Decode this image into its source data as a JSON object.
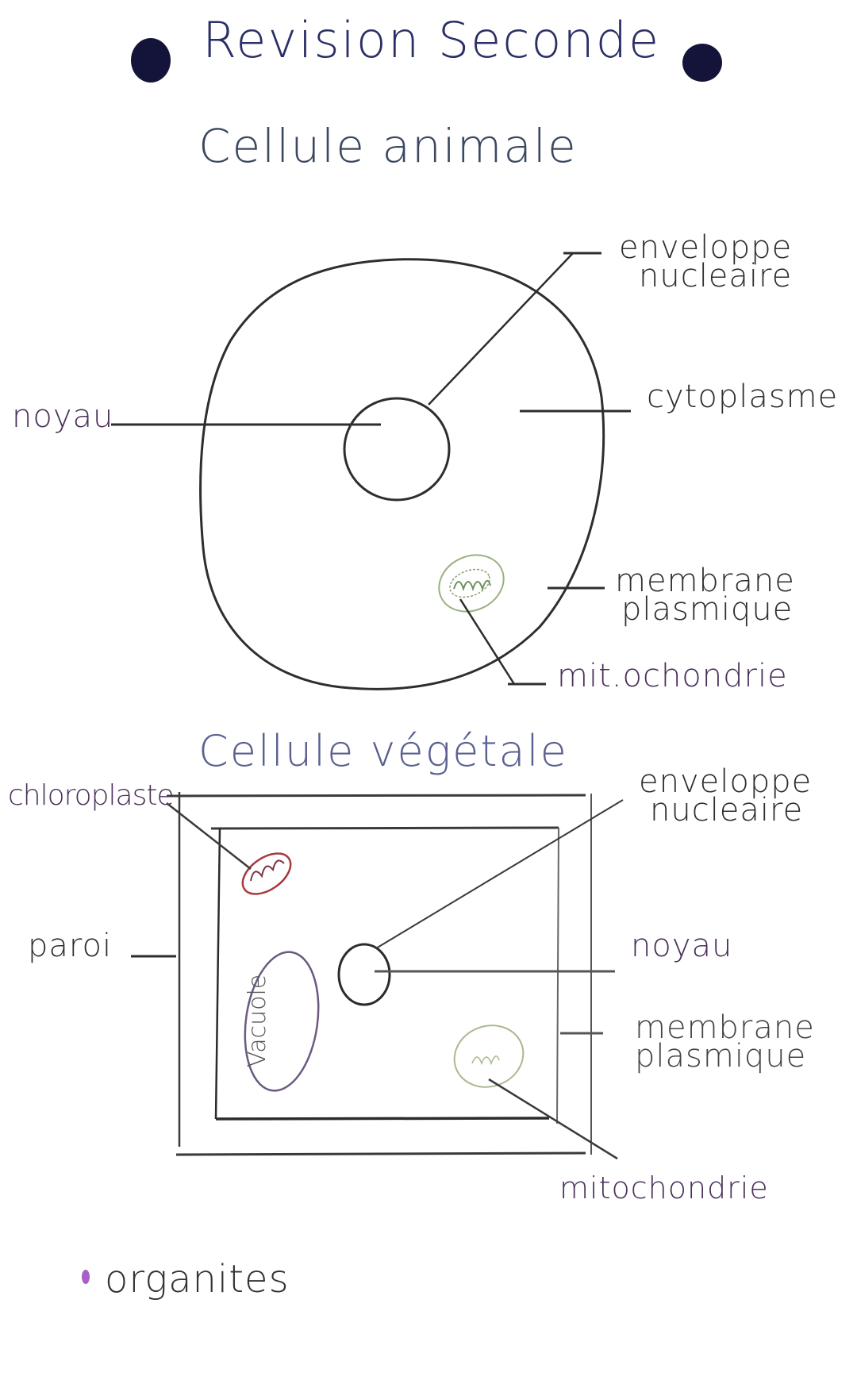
{
  "header": {
    "title": "Revision Seconde",
    "bullet_color": "#14143a"
  },
  "animal_cell": {
    "heading": "Cellule animale",
    "labels": {
      "nuclear_envelope_line1": "enveloppe",
      "nuclear_envelope_line2": "nucleaire",
      "nucleus": "noyau",
      "cytoplasm": "cytoplasme",
      "plasma_membrane_line1": "membrane",
      "plasma_membrane_line2": "plasmique",
      "mitochondria": "mit.ochondrie"
    }
  },
  "plant_cell": {
    "heading": "Cellule végétale",
    "labels": {
      "chloroplast": "chloroplaste",
      "nuclear_envelope_line1": "enveloppe",
      "nuclear_envelope_line2": "nucleaire",
      "cell_wall": "paroi",
      "nucleus": "noyau",
      "plasma_membrane_line1": "membrane",
      "plasma_membrane_line2": "plasmique",
      "vacuole": "Vacuole",
      "mitochondria": "mitochondrie"
    }
  },
  "legend": {
    "marker_color": "#9a4fc0",
    "text": "organites"
  },
  "colors": {
    "ink": "#2b2f2e",
    "title_ink": "#2a2f66",
    "mitochondria_green": "#8aa070",
    "chloroplast_red": "#a83a40",
    "vacuole_purple": "#7a6090",
    "marker_purple": "#a860c8"
  }
}
